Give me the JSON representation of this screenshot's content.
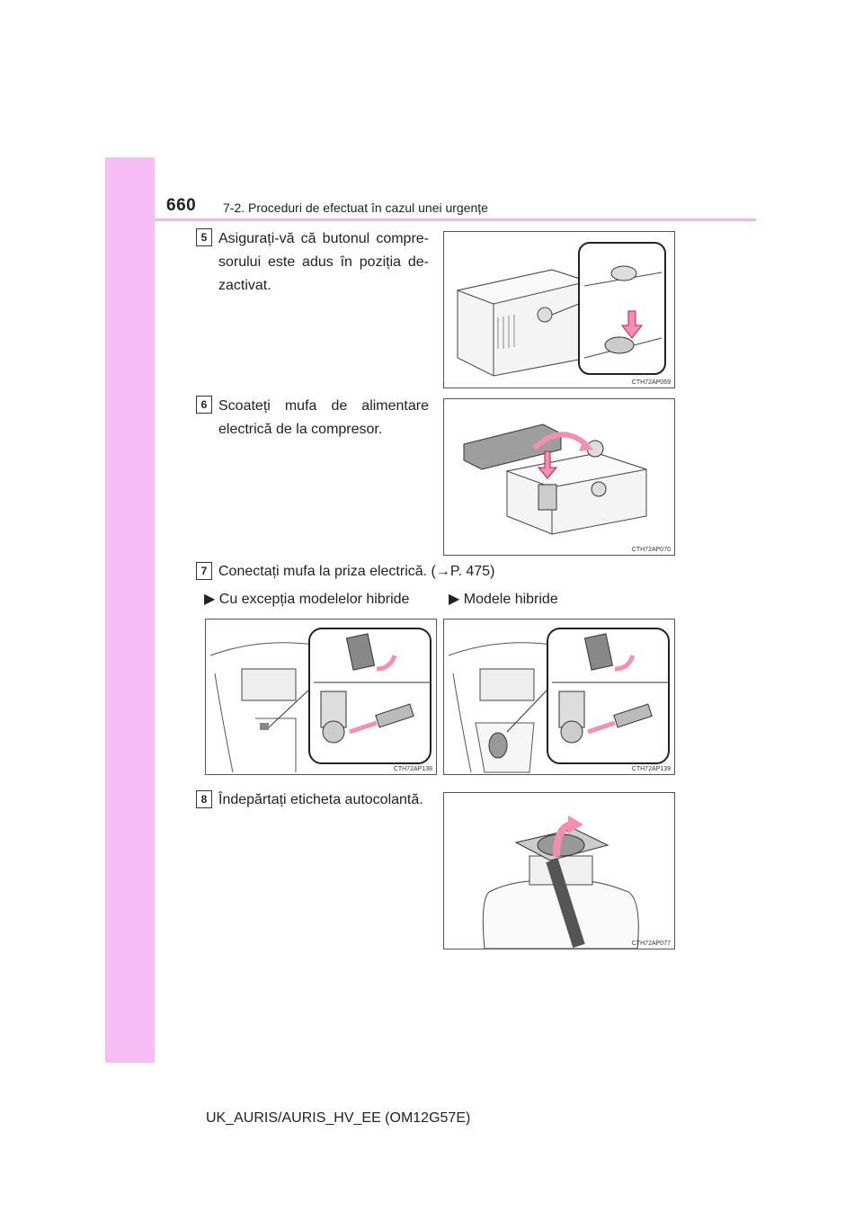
{
  "header": {
    "page_number": "660",
    "section_title": "7-2. Proceduri de efectuat în cazul unei urgențe"
  },
  "steps": [
    {
      "number": "5",
      "text": "Asigurați-vă că butonul compre-sorului este adus în poziția de-zactivat.",
      "figure_code": "CTH72AP069"
    },
    {
      "number": "6",
      "text": "Scoateți mufa de alimentare electrică de la compresor.",
      "figure_code": "CTH72AP070"
    },
    {
      "number": "7",
      "text": "Conectați mufa la priza electrică. (→P. 475)",
      "variants": [
        {
          "label": "Cu excepția modelelor hibride",
          "figure_code": "CTH72AP138"
        },
        {
          "label": "Modele hibride",
          "figure_code": "CTH72AP139"
        }
      ]
    },
    {
      "number": "8",
      "text": "Îndepărtați eticheta autocolantă.",
      "figure_code": "CTH72AP077"
    }
  ],
  "footer": {
    "model_code": "UK_AURIS/AURIS_HV_EE (OM12G57E)"
  },
  "colors": {
    "sidebar": "#f7bdf7",
    "rule": "#f4b5f2",
    "arrow": "#f48fb1"
  }
}
